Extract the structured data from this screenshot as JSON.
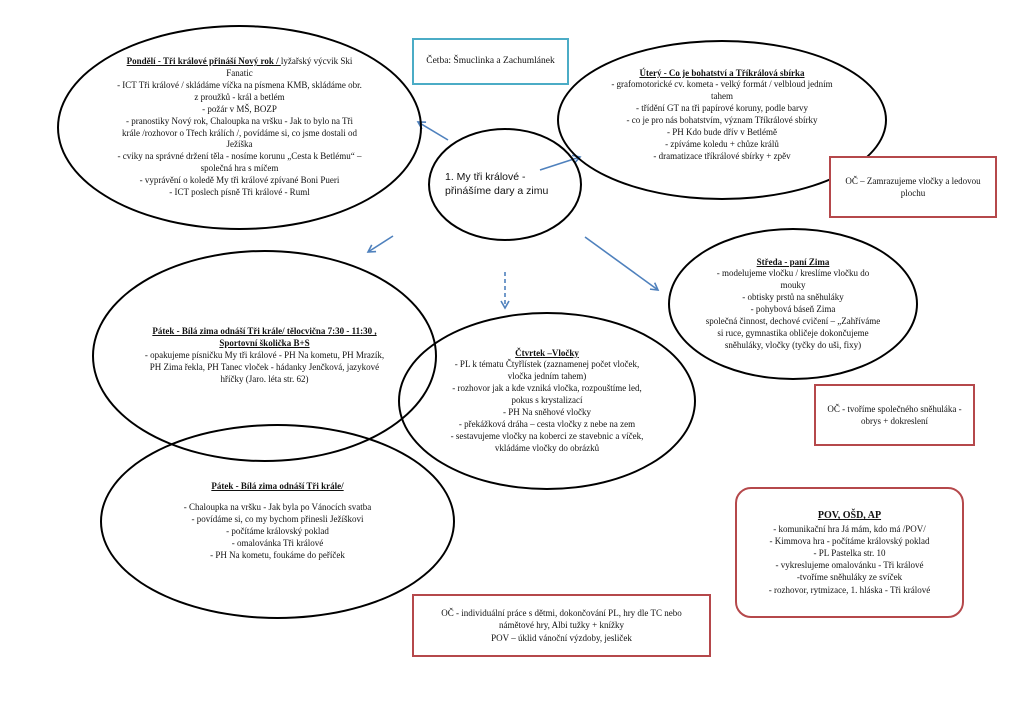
{
  "center": {
    "title": "1. My tři králové - přinášíme dary a zimu"
  },
  "reading_box": {
    "text": "Četba: Šmuclinka a Zachumlánek"
  },
  "monday": {
    "title_day": "Pondělí",
    "title_topic": " - Tři králové přináší Nový rok / ",
    "title_rest": "lyžařský výcvik Ski Fanatic",
    "lines": [
      "- ICT Tři králové / skládáme víčka na písmena KMB, skládáme obr. z proužků - král a betlém",
      "- požár v MŠ, BOZP",
      "- pranostiky Nový rok, Chaloupka na vršku - Jak to bylo na Tři krále /rozhovor o Třech králích /, povídáme si, co jsme dostali od Ježíška",
      "- cviky na správné držení těla - nosíme korunu „Cesta k Betlému“ – společná hra s míčem",
      "- vyprávění o koledě My tři králové zpívané Boni Pueri",
      "- ICT poslech písně Tři králové - Ruml"
    ]
  },
  "tuesday": {
    "title": "Úterý - Co je bohatství a Tříkrálová sbírka",
    "lines": [
      "- grafomotorické cv. kometa - velký formát / velbloud jedním tahem",
      "- třídění GT na tři papírové koruny, podle barvy",
      "- co je pro nás bohatstvím, význam Tříkrálové sbírky",
      "- PH Kdo bude dřív v Betlémě",
      "- zpíváme koledu + chůze králů",
      "- dramatizace tříkrálové sbírky + zpěv"
    ]
  },
  "tuesday_oc": {
    "text": "OČ – Zamrazujeme vločky a ledovou plochu"
  },
  "wednesday": {
    "title": "Středa - paní Zima",
    "lines": [
      "- modelujeme vločku / kreslíme vločku do mouky",
      "- obtisky prstů na sněhuláky",
      "- pohybová báseň Zima",
      "společná činnost, dechové cvičení – „Zahříváme si ruce, gymnastika obličeje dokončujeme sněhuláky, vločky (tyčky do uši, fixy)"
    ]
  },
  "wednesday_oc": {
    "text": "OČ - tvoříme společného sněhuláka - obrys + dokreslení"
  },
  "thursday": {
    "title": "Čtvrtek –Vločky",
    "lines": [
      "- PL k tématu Čtyřlístek (zaznamenej počet vloček, vločka jedním tahem)",
      "- rozhovor jak a kde vzniká vločka, rozpouštíme led, pokus s krystalizací",
      "- PH Na sněhové vločky",
      "- překážková dráha – cesta vločky z nebe na zem",
      "- sestavujeme vločky na koberci ze stavebnic a víček, vkládáme vločky do obrázků"
    ]
  },
  "friday1": {
    "title": "Pátek - Bílá zima odnáší Tři krále/ tělocvična 7:30 - 11:30 , Sportovní školička B+S",
    "lines": [
      "- opakujeme písničku My tři králové - PH Na kometu, PH Mrazík, PH Zima řekla, PH Tanec vloček - hádanky Jenčková, jazykové hříčky (Jaro. léta str. 62)"
    ]
  },
  "friday2": {
    "title": "Pátek - Bílá zima odnáší Tři krále/",
    "lines": [
      "- Chaloupka na vršku - Jak byla po Vánocích svatba",
      "- povídáme si, co my bychom přinesli Ježíškovi",
      "- počítáme královský poklad",
      "- omalovánka Tři králové",
      "- PH Na kometu, foukáme do peříček"
    ]
  },
  "bottom_oc": {
    "lines": [
      "OČ - individuální práce s dětmi, dokončování PL, hry dle TC nebo námětové hry, Albi tužky + knížky",
      "POV – úklid vánoční výzdoby, jesliček"
    ]
  },
  "pov_box": {
    "title": "POV, OŠD, AP",
    "lines": [
      "- komunikační hra Já mám, kdo má  /POV/",
      "- Kimmova hra - počítáme královský poklad",
      "- PL Pastelka str. 10",
      "- vykreslujeme omalovánku - Tři králové",
      "-tvoříme sněhuláky ze svíček",
      "- rozhovor, rytmizace, 1. hláska - Tři králové"
    ]
  },
  "colors": {
    "arrow": "#4f81bd",
    "red_border": "#b5484b",
    "teal_border": "#4bacc6"
  },
  "arrows": [
    {
      "name": "arrow-to-monday",
      "from": "center",
      "to": "monday",
      "style": "solid"
    },
    {
      "name": "arrow-to-tuesday",
      "from": "center",
      "to": "tuesday",
      "style": "solid"
    },
    {
      "name": "arrow-to-friday1",
      "from": "center",
      "to": "friday1",
      "style": "solid"
    },
    {
      "name": "arrow-to-thursday",
      "from": "center",
      "to": "thursday",
      "style": "dashed"
    },
    {
      "name": "arrow-to-wednesday",
      "from": "center",
      "to": "wednesday",
      "style": "solid"
    }
  ]
}
